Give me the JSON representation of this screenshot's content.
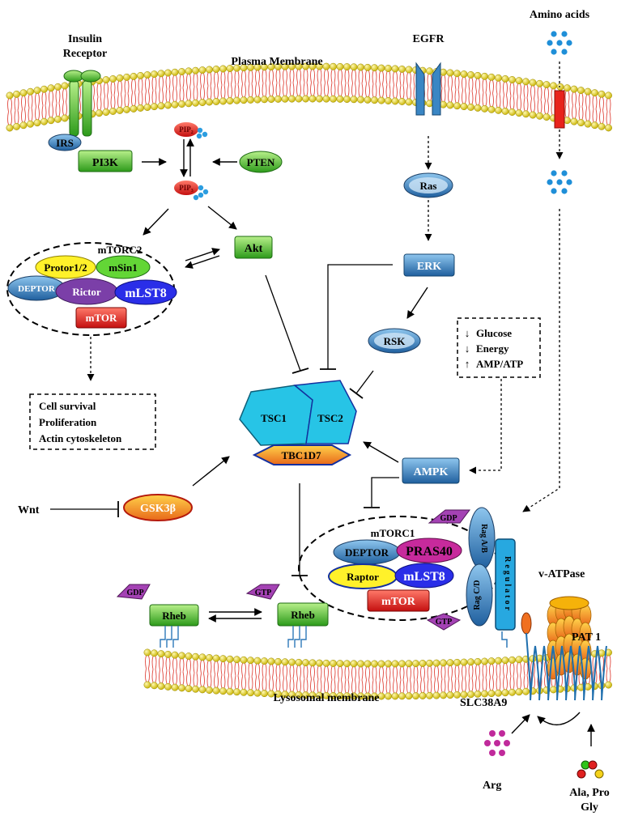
{
  "labels": {
    "insulin_receptor": [
      "Insulin",
      "Receptor"
    ],
    "plasma_membrane": "Plasma Membrane",
    "egfr": "EGFR",
    "amino_acids": "Amino acids",
    "irs": "IRS",
    "pi3k": "PI3K",
    "pip2": "PIP",
    "pip2_sub": "2",
    "pip3": "PIP",
    "pip3_sub": "3",
    "pten": "PTEN",
    "ras": "Ras",
    "mtorc2": "mTORC2",
    "protor": "Protor1/2",
    "msin1": "mSin1",
    "deptor": "DEPTOR",
    "rictor": "Rictor",
    "mlst8": "mLST8",
    "mtor": "mTOR",
    "akt": "Akt",
    "erk": "ERK",
    "rsk": "RSK",
    "glucose": "Glucose",
    "energy": "Energy",
    "amp_atp": "AMP/ATP",
    "cell_survival": "Cell survival",
    "proliferation": "Proliferation",
    "actin": "Actin cytoskeleton",
    "tsc1": "TSC1",
    "tsc2": "TSC2",
    "tbc1d7": "TBC1D7",
    "ampk": "AMPK",
    "wnt": "Wnt",
    "gsk3b": "GSK3β",
    "gdp": "GDP",
    "gtp": "GTP",
    "rheb": "Rheb",
    "mtorc1": "mTORC1",
    "pras40": "PRAS40",
    "raptor": "Raptor",
    "rag_ab": "Rag A/B",
    "rag_cd": "Rag C/D",
    "regulator": "Regulator",
    "v_atpase": "v-ATPase",
    "pat1": "PAT 1",
    "lysosomal_membrane": "Lysosomal membrane",
    "slc38a9": "SLC38A9",
    "arg": "Arg",
    "ala_pro": "Ala, Pro",
    "gly": "Gly",
    "down_arrow": "↓",
    "up_arrow": "↑"
  },
  "colors": {
    "membrane_head": "#f2e21a",
    "lipid_tail": "#e0463c",
    "green_box": "#2fa81f",
    "green_box_light": "#7fd650",
    "blue_node": "#2e79b9",
    "cyan_tsc": "#27c4e6",
    "red_pip": "#e01616",
    "purple": "#a442b4"
  }
}
